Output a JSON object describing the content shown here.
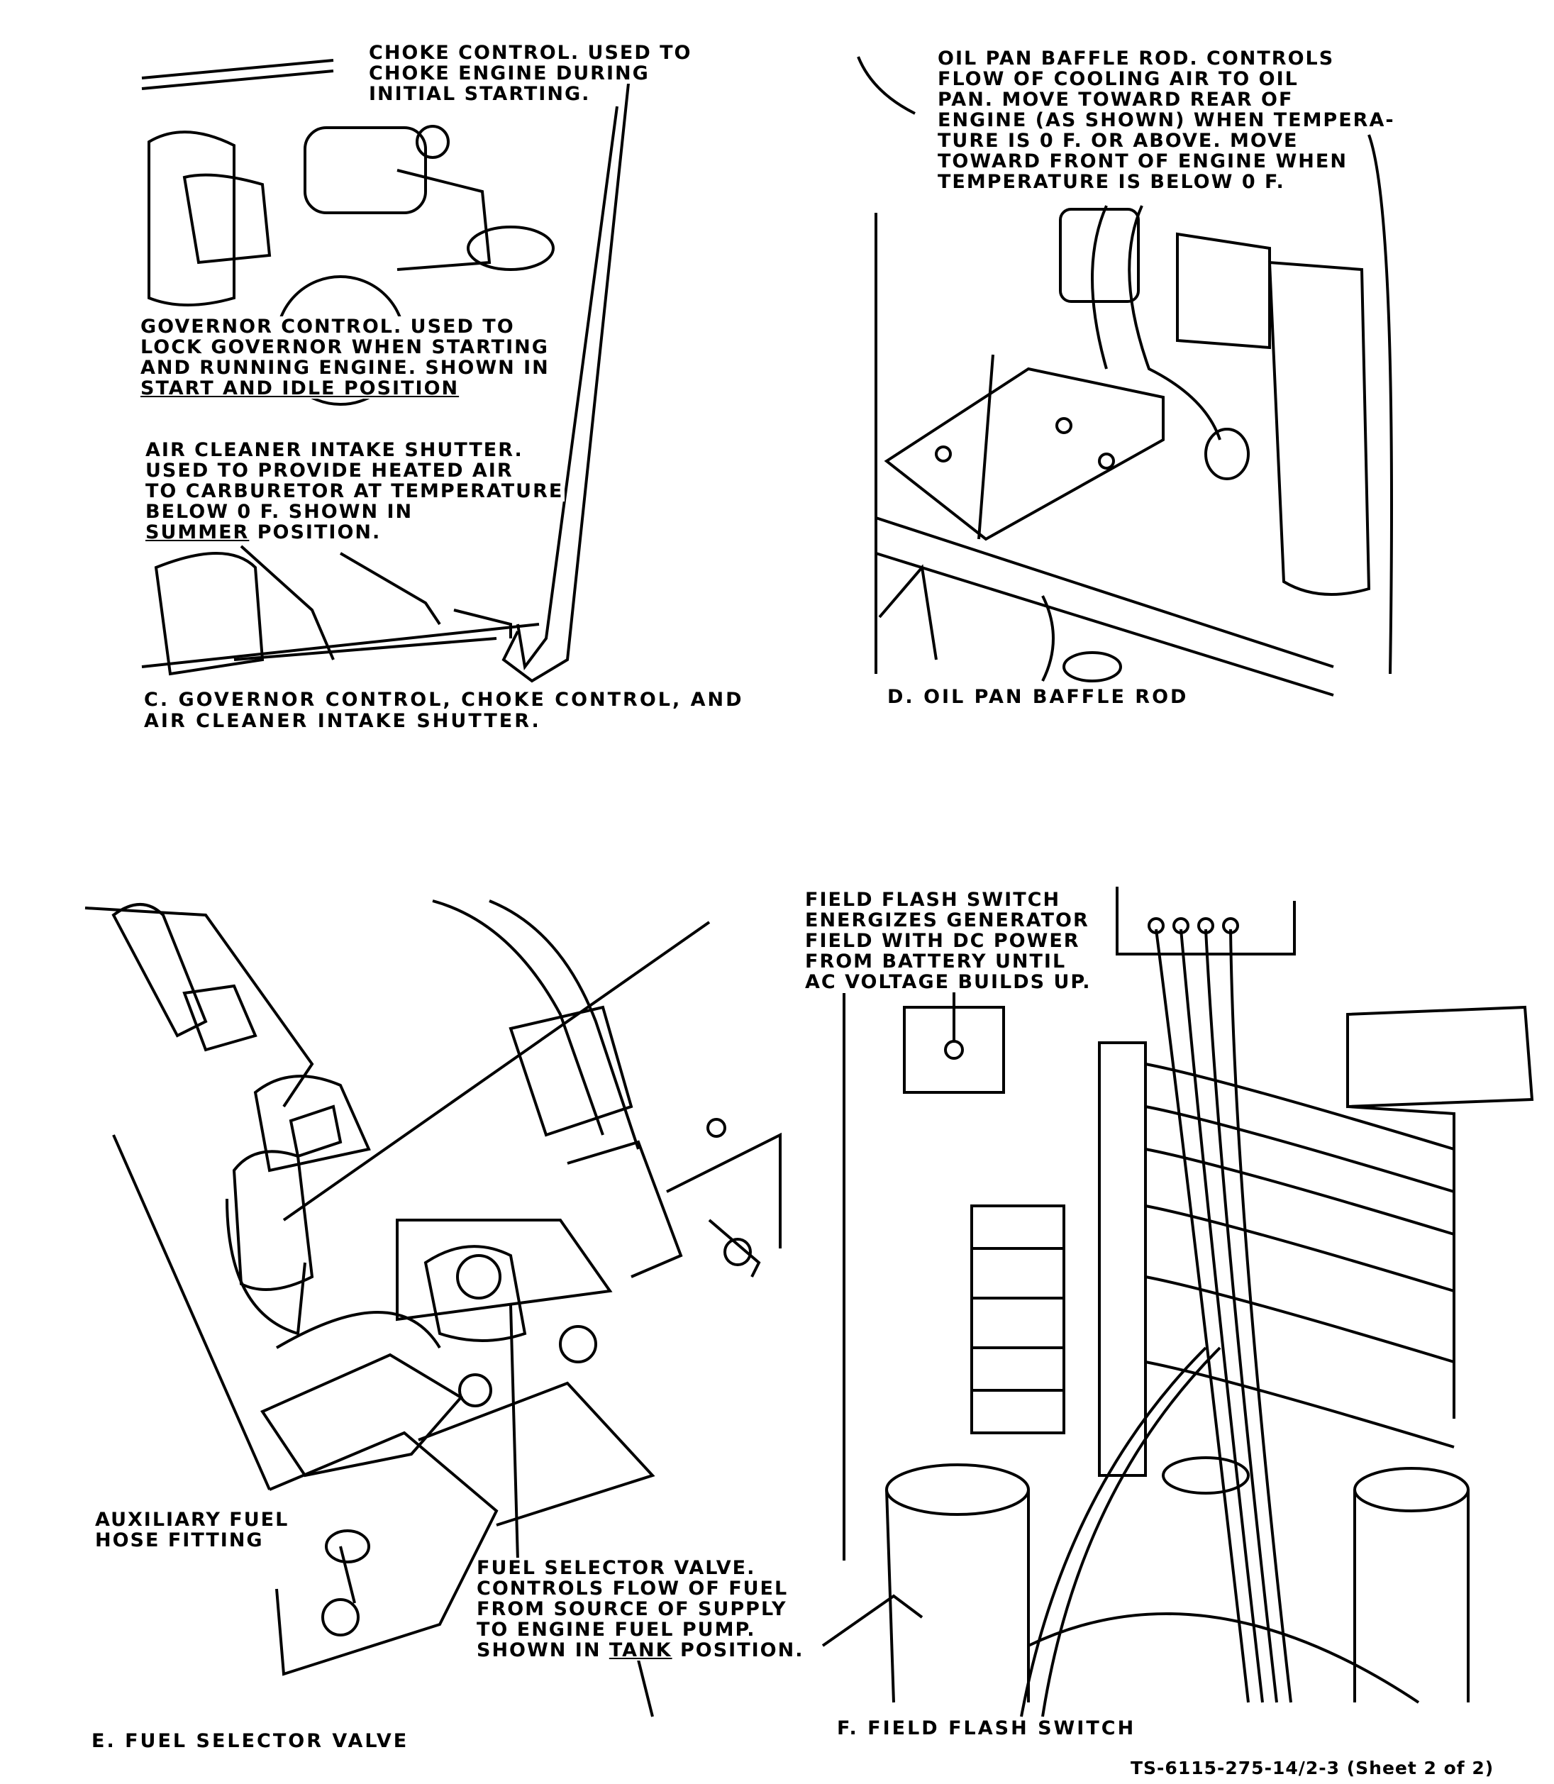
{
  "panels": {
    "c": {
      "caption_lines": [
        "C. GOVERNOR CONTROL, CHOKE CONTROL, AND",
        "AIR CLEANER INTAKE SHUTTER."
      ],
      "choke_lines": [
        "CHOKE CONTROL. USED TO",
        "CHOKE ENGINE DURING",
        "INITIAL STARTING."
      ],
      "governor_lines": [
        "GOVERNOR CONTROL. USED TO",
        "LOCK GOVERNOR WHEN STARTING",
        "AND RUNNING ENGINE. SHOWN IN",
        "START AND IDLE POSITION"
      ],
      "air_cleaner_lines": [
        "AIR CLEANER INTAKE SHUTTER.",
        "USED TO PROVIDE HEATED AIR",
        "TO CARBURETOR AT TEMPERATURE",
        "BELOW 0 F. SHOWN IN"
      ],
      "air_cleaner_pos_underlined": "SUMMER",
      "air_cleaner_pos_rest": " POSITION."
    },
    "d": {
      "caption": "D. OIL PAN BAFFLE ROD",
      "baffle_lines": [
        "OIL PAN BAFFLE ROD. CONTROLS",
        "FLOW OF COOLING AIR TO OIL",
        "PAN. MOVE TOWARD REAR OF",
        "ENGINE (AS SHOWN) WHEN TEMPERA-",
        "TURE IS 0 F. OR ABOVE. MOVE",
        "TOWARD FRONT OF ENGINE WHEN",
        "TEMPERATURE IS BELOW 0 F."
      ]
    },
    "e": {
      "caption": "E. FUEL SELECTOR VALVE",
      "aux_lines": [
        "AUXILIARY FUEL",
        "HOSE FITTING"
      ],
      "selector_lines": [
        "FUEL SELECTOR VALVE.",
        "CONTROLS FLOW OF FUEL",
        "FROM SOURCE OF SUPPLY",
        "TO ENGINE FUEL PUMP."
      ],
      "selector_pos_pre": "SHOWN IN ",
      "selector_pos_underlined": "TANK",
      "selector_pos_post": " POSITION."
    },
    "f": {
      "caption": "F. FIELD FLASH SWITCH",
      "flash_lines": [
        "FIELD FLASH SWITCH",
        "ENERGIZES GENERATOR",
        "FIELD WITH DC POWER",
        "FROM BATTERY UNTIL",
        "AC VOLTAGE BUILDS UP."
      ]
    }
  },
  "sheet_id": "TS-6115-275-14/2-3 (Sheet 2 of 2)"
}
